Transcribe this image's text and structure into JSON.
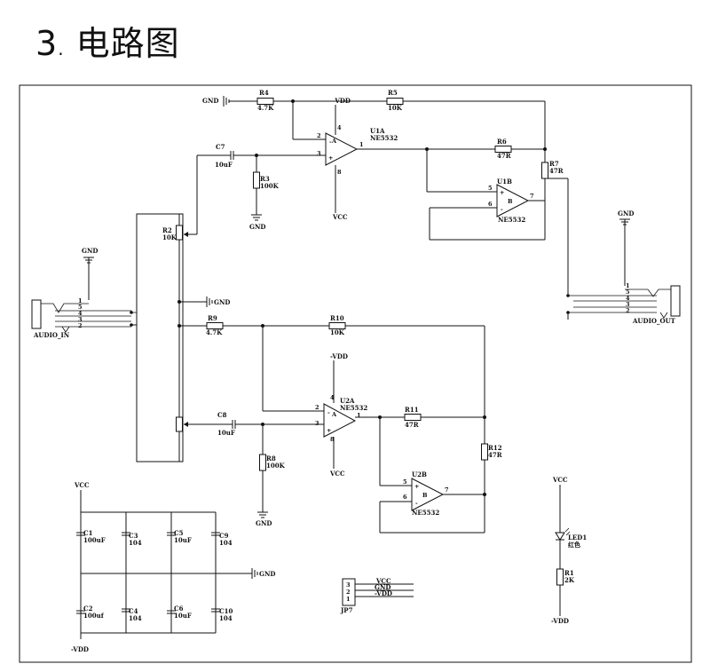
{
  "heading": {
    "number": "3",
    "separator": ".",
    "title": "电路图"
  },
  "schematic": {
    "power": {
      "gnd": "GND",
      "gnd_inline": "GND",
      "vcc": "VCC",
      "vdd": "-VDD"
    },
    "connectors": {
      "audio_in": "AUDIO_IN",
      "audio_out": "AUDIO_OUT",
      "jp7": "JP7",
      "in_pins": [
        "1",
        "5",
        "4",
        "3",
        "2"
      ],
      "out_pins": [
        "1",
        "5",
        "4",
        "3",
        "2"
      ]
    },
    "resistors": {
      "r1": {
        "ref": "R1",
        "value": "2K"
      },
      "r2": {
        "ref": "R2",
        "value": "10K"
      },
      "r3": {
        "ref": "R3",
        "value": "100K"
      },
      "r4": {
        "ref": "R4",
        "value": "4.7K"
      },
      "r5": {
        "ref": "R5",
        "value": "10K"
      },
      "r6": {
        "ref": "R6",
        "value": "47R"
      },
      "r7": {
        "ref": "R7",
        "value": "47R"
      },
      "r8": {
        "ref": "R8",
        "value": "100K"
      },
      "r9": {
        "ref": "R9",
        "value": "4.7K"
      },
      "r10": {
        "ref": "R10",
        "value": "10K"
      },
      "r11": {
        "ref": "R11",
        "value": "47R"
      },
      "r12": {
        "ref": "R12",
        "value": "47R"
      }
    },
    "capacitors": {
      "c1": {
        "ref": "C1",
        "value": "100uF"
      },
      "c2": {
        "ref": "C2",
        "value": "100uf"
      },
      "c3": {
        "ref": "C3",
        "value": "104"
      },
      "c4": {
        "ref": "C4",
        "value": "104"
      },
      "c5": {
        "ref": "C5",
        "value": "10uF"
      },
      "c6": {
        "ref": "C6",
        "value": "10uF"
      },
      "c7": {
        "ref": "C7",
        "value": "10uF"
      },
      "c8": {
        "ref": "C8",
        "value": "10uF"
      },
      "c9": {
        "ref": "C9",
        "value": "104"
      },
      "c10": {
        "ref": "C10",
        "value": "104"
      }
    },
    "opamps": {
      "u1a": {
        "ref": "U1A",
        "part": "NE5532",
        "unit": "A",
        "pins": [
          "2",
          "3",
          "1",
          "4",
          "8"
        ]
      },
      "u1b": {
        "ref": "U1B",
        "part": "NE5532",
        "unit": "B",
        "pins": [
          "5",
          "6",
          "7"
        ]
      },
      "u2a": {
        "ref": "U2A",
        "part": "NE5532",
        "unit": "A",
        "pins": [
          "2",
          "3",
          "1",
          "4",
          "8"
        ]
      },
      "u2b": {
        "ref": "U2B",
        "part": "NE5532",
        "unit": "B",
        "pins": [
          "5",
          "6",
          "7"
        ]
      }
    },
    "led": {
      "ref": "LED1",
      "color": "红色"
    },
    "jp7_pins": [
      "3",
      "2",
      "1"
    ]
  }
}
